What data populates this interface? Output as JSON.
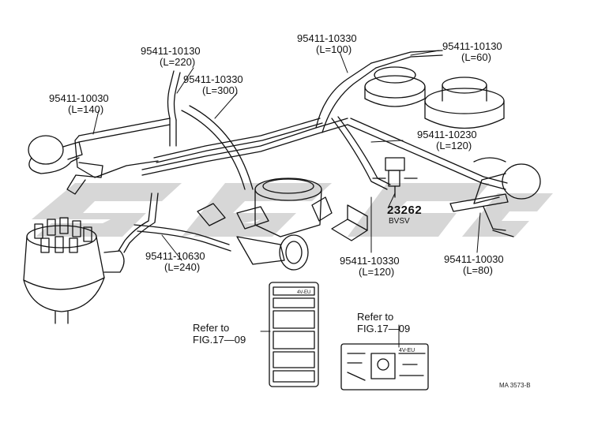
{
  "labels": [
    {
      "id": "hose-95411-10030-140",
      "part": "95411-10030",
      "length": "(L=140)"
    },
    {
      "id": "hose-95411-10130-220",
      "part": "95411-10130",
      "length": "(L=220)"
    },
    {
      "id": "hose-95411-10330-300",
      "part": "95411-10330",
      "length": "(L=300)"
    },
    {
      "id": "hose-95411-10330-100",
      "part": "95411-10330",
      "length": "(L=100)"
    },
    {
      "id": "hose-95411-10130-60",
      "part": "95411-10130",
      "length": "(L=60)"
    },
    {
      "id": "hose-95411-10230-120",
      "part": "95411-10230",
      "length": "(L=120)"
    },
    {
      "id": "hose-95411-10630-240",
      "part": "95411-10630",
      "length": "(L=240)"
    },
    {
      "id": "hose-95411-10330-120",
      "part": "95411-10330",
      "length": "(L=120)"
    },
    {
      "id": "hose-95411-10030-80",
      "part": "95411-10030",
      "length": "(L=80)"
    }
  ],
  "bvsv": {
    "code": "23262",
    "name": "BVSV"
  },
  "refs": [
    {
      "line1": "Refer to",
      "line2": "FIG.17—09"
    },
    {
      "line1": "Refer to",
      "line2": "FIG.17—09"
    }
  ],
  "label_plate_text": "4V-EU",
  "label_plate2_text": "4V-EU",
  "doc_id": "MA 3573-B",
  "colors": {
    "ink": "#111111",
    "watermark": "#c8c8c8"
  }
}
